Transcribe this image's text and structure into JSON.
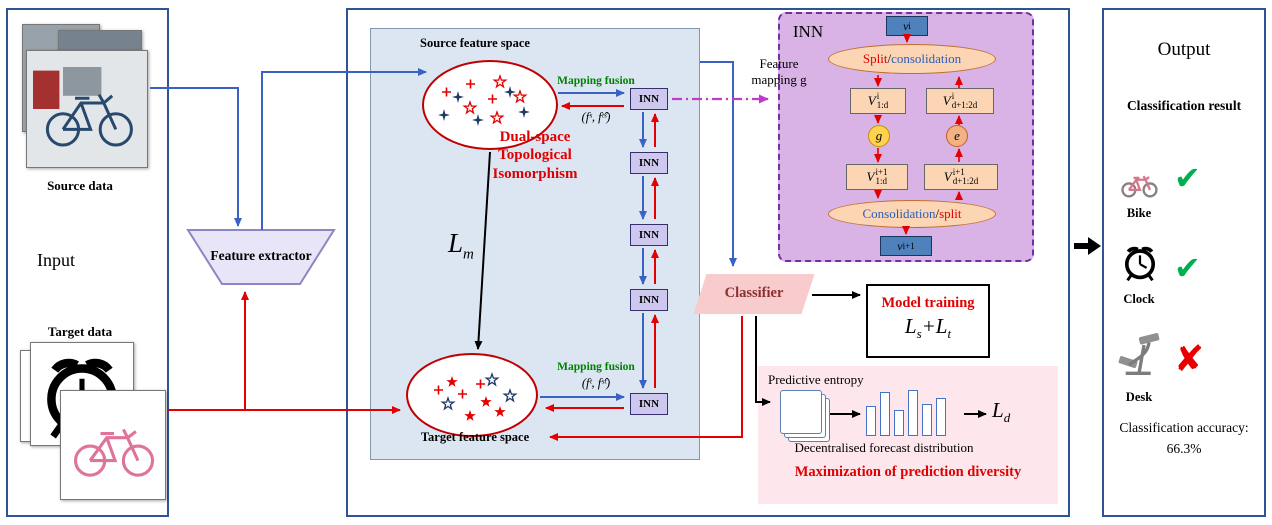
{
  "input_panel": {
    "title": "Input",
    "source_label": "Source data",
    "target_label": "Target data"
  },
  "feature_extractor": {
    "label": "Feature extractor"
  },
  "center": {
    "source_space_label": "Source feature space",
    "target_space_label": "Target feature space",
    "mapping_fusion_top": {
      "label": "Mapping fusion",
      "formula": "(fˢ, fᵗ̂ˢ)"
    },
    "mapping_fusion_bottom": {
      "label": "Mapping fusion",
      "formula": "(fᵗ, fˢ̂ᵗ)"
    },
    "isomorphism_title": "Dual-space Topological Isomorphism",
    "lm": {
      "base": "L",
      "sub": "m"
    },
    "inn_labels": [
      "INN",
      "INN",
      "INN",
      "INN",
      "INN"
    ],
    "feature_mapping_label": "Feature mapping g"
  },
  "inn_detail": {
    "title": "INN",
    "v_in": {
      "base": "v",
      "sup": "i"
    },
    "split": {
      "first": "Split",
      "sep": "/",
      "second": "consolidation"
    },
    "v_i_left": {
      "base": "V",
      "sup": "i",
      "sub": "1:d"
    },
    "v_i_right": {
      "base": "V",
      "sup": "i",
      "sub": "d+1:2d"
    },
    "g_node": "g",
    "e_node": "e",
    "v_i1_left": {
      "base": "V",
      "sup": "i+1",
      "sub": "1:d"
    },
    "v_i1_right": {
      "base": "V",
      "sup": "i+1",
      "sub": "d+1:2d"
    },
    "consolidation": {
      "first": "Consolidation",
      "sep": "/",
      "second": "split"
    },
    "v_out": {
      "base": "v",
      "sup": "i+1"
    }
  },
  "classifier": {
    "label": "Classifier"
  },
  "model_training": {
    "title": "Model training",
    "l1": "L",
    "sub1": "s",
    "plus": "+",
    "l2": "L",
    "sub2": "t"
  },
  "diversity": {
    "entropy_label": "Predictive entropy",
    "bars": [
      30,
      44,
      26,
      46,
      32,
      38
    ],
    "ld": {
      "base": "L",
      "sub": "d"
    },
    "caption": "Decentralised forecast distribution",
    "title": "Maximization of prediction diversity"
  },
  "output_panel": {
    "title": "Output",
    "result_title": "Classification result",
    "items": [
      {
        "name": "bike",
        "label": "Bike",
        "mark": "✔",
        "correct": true
      },
      {
        "name": "clock",
        "label": "Clock",
        "mark": "✔",
        "correct": true
      },
      {
        "name": "desk",
        "label": "Desk",
        "mark": "✘",
        "correct": false
      }
    ],
    "accuracy_label": "Classification accuracy:",
    "accuracy_value": "66.3%"
  },
  "colors": {
    "panel_border": "#2e5496",
    "arrow_blue": "#3a62c4",
    "arrow_red": "#e40000",
    "title_red": "#e00000",
    "mapping_green": "#008000",
    "check_green": "#00b050",
    "cross_red": "#e80000",
    "inn_panel_purple": "#d9b3e6",
    "peach": "#fcd5b4",
    "classifier_pink": "#f8cccc",
    "diversity_pink": "#fde7ec",
    "feature_mapping_purple": "#c03cc8"
  }
}
